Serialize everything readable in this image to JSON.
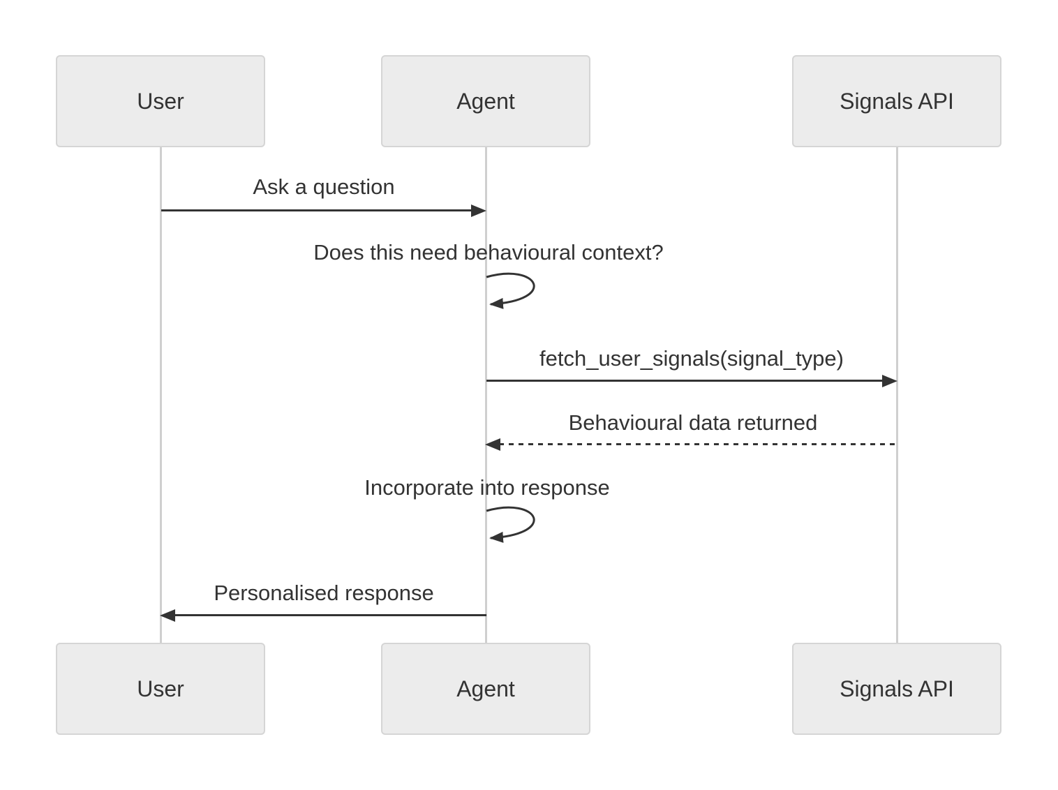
{
  "diagram": {
    "kind": "sequence-diagram",
    "background": "#ffffff",
    "colors": {
      "actor_fill": "#ececec",
      "actor_border": "#d5d5d5",
      "text": "#333333",
      "message_line": "#333333",
      "lifeline": "#cfcfcf"
    },
    "actors": [
      {
        "id": "user",
        "name": "User"
      },
      {
        "id": "agent",
        "name": "Agent"
      },
      {
        "id": "signals_api",
        "name": "Signals API"
      }
    ],
    "messages": [
      {
        "from": "User",
        "to": "Agent",
        "label": "Ask a question",
        "line": "solid",
        "arrow": "filled-right"
      },
      {
        "from": "Agent",
        "to": "Agent",
        "label": "Does this need behavioural context?",
        "line": "self-loop",
        "arrow": "filled-left"
      },
      {
        "from": "Agent",
        "to": "Signals API",
        "label": "fetch_user_signals(signal_type)",
        "line": "solid",
        "arrow": "filled-right"
      },
      {
        "from": "Signals API",
        "to": "Agent",
        "label": "Behavioural data returned",
        "line": "dashed",
        "arrow": "filled-left"
      },
      {
        "from": "Agent",
        "to": "Agent",
        "label": "Incorporate into response",
        "line": "self-loop",
        "arrow": "filled-left"
      },
      {
        "from": "Agent",
        "to": "User",
        "label": "Personalised response",
        "line": "solid",
        "arrow": "filled-left"
      }
    ]
  }
}
